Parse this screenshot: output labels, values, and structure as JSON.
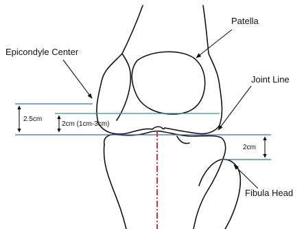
{
  "labels": {
    "patella": "Patella",
    "epicondyle_center": "Epicondyle Center",
    "joint_line": "Joint Line",
    "fibula_head": "Fibula Head"
  },
  "measurements": {
    "epicondyle_to_joint": "2.5cm",
    "range_offset": "2cm (1cm-3cm)",
    "fibula_offset": "2cm"
  },
  "colors": {
    "outline": "#111111",
    "measure_line": "#2f6fb7",
    "measure_line_light": "#3a8a9a",
    "mechanical_axis": "#cc1f1f"
  }
}
